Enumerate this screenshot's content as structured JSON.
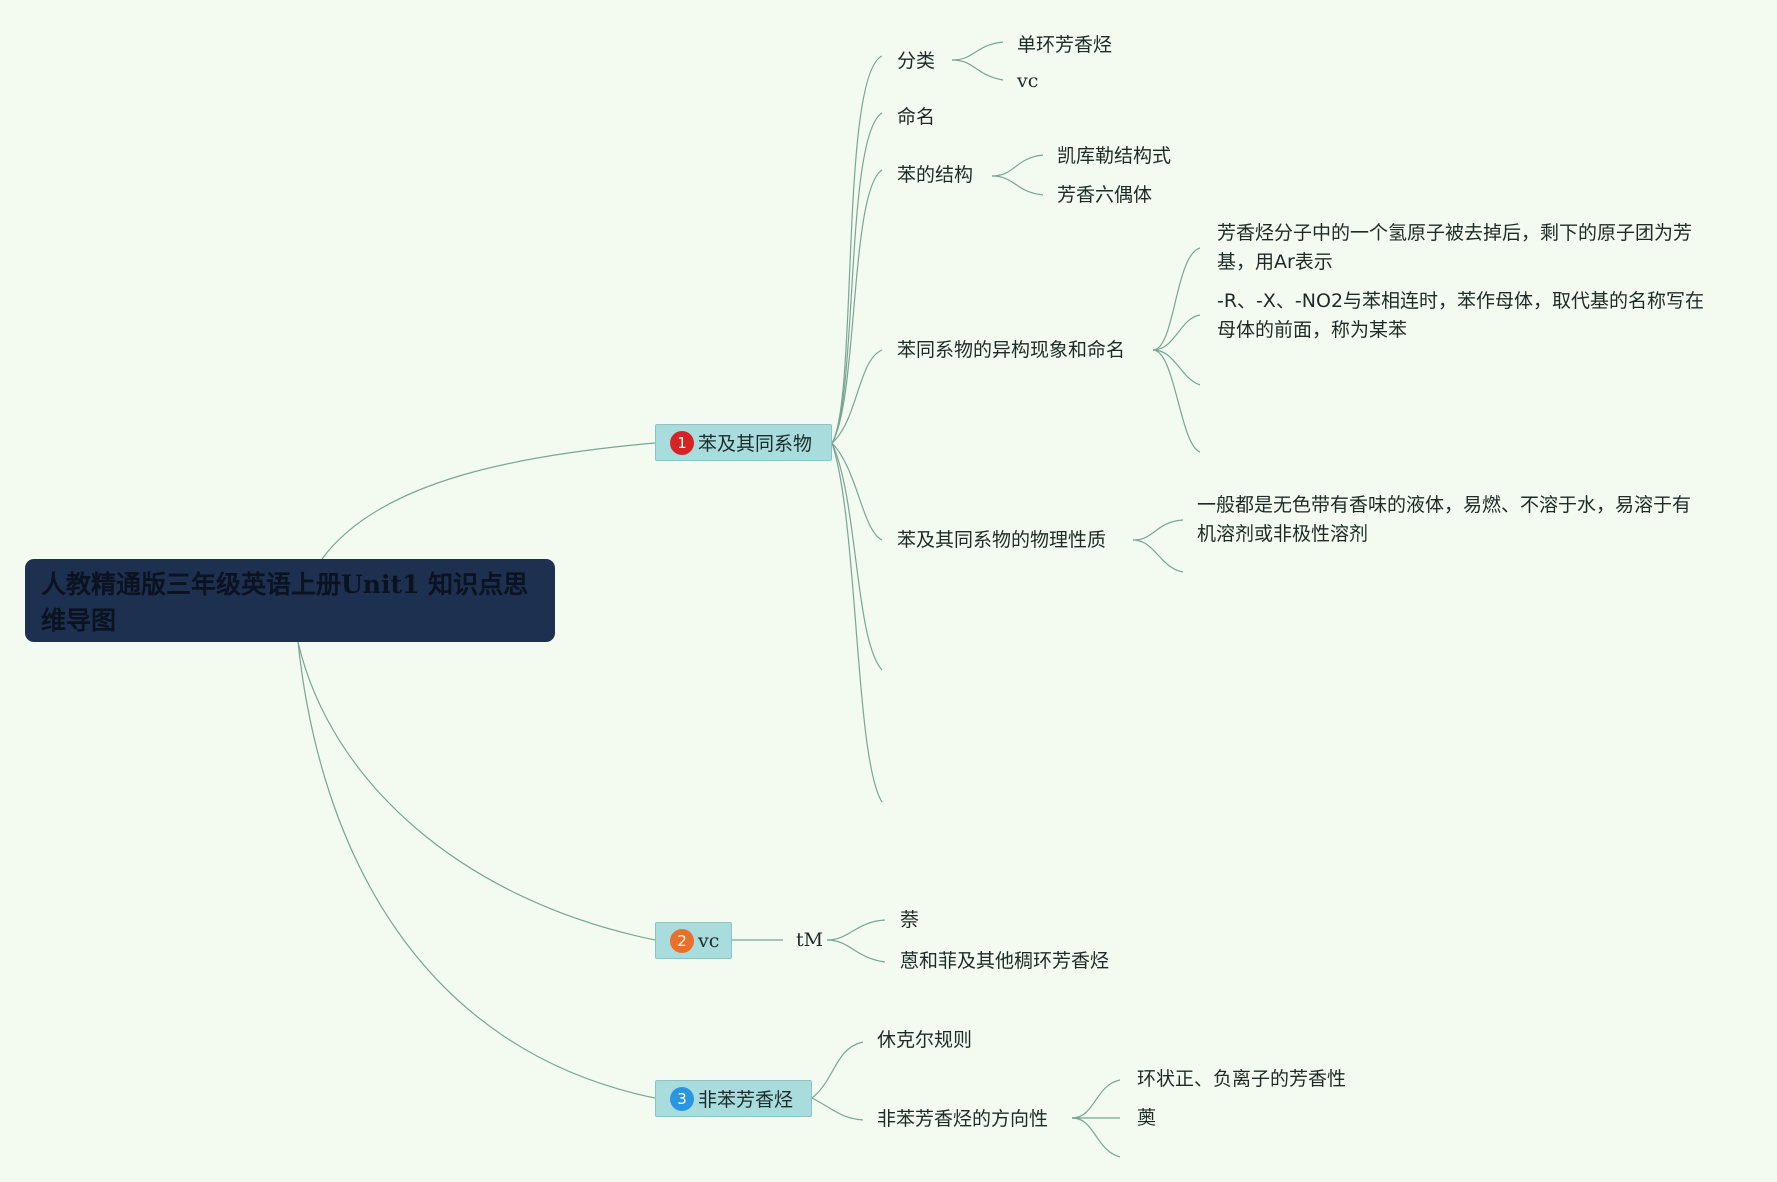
{
  "root": {
    "title": "人教精通版三年级英语上册Unit1 知识点思维导图"
  },
  "branches": [
    {
      "number": "1",
      "label": "苯及其同系物",
      "children": [
        {
          "label": "分类",
          "children": [
            "单环芳香烃",
            "vc"
          ]
        },
        {
          "label": "命名"
        },
        {
          "label": "苯的结构",
          "children": [
            "凯库勒结构式",
            "芳香六偶体"
          ]
        },
        {
          "label": "苯同系物的异构现象和命名",
          "children": [
            "芳香烃分子中的一个氢原子被去掉后，剩下的原子团为芳基，用Ar表示",
            "-R、-X、-NO2与苯相连时，苯作母体，取代基的名称写在母体的前面，称为某苯"
          ]
        },
        {
          "label": "苯及其同系物的物理性质",
          "children": [
            "一般都是无色带有香味的液体，易燃、不溶于水，易溶于有机溶剂或非极性溶剂"
          ]
        }
      ]
    },
    {
      "number": "2",
      "label": "vc",
      "children": [
        {
          "label": "tM",
          "children": [
            "萘",
            "蒽和菲及其他稠环芳香烃"
          ]
        }
      ]
    },
    {
      "number": "3",
      "label": "非苯芳香烃",
      "children": [
        {
          "label": "休克尔规则"
        },
        {
          "label": "非苯芳香烃的方向性",
          "children": [
            "环状正、负离子的芳香性",
            "薁"
          ]
        }
      ]
    }
  ]
}
